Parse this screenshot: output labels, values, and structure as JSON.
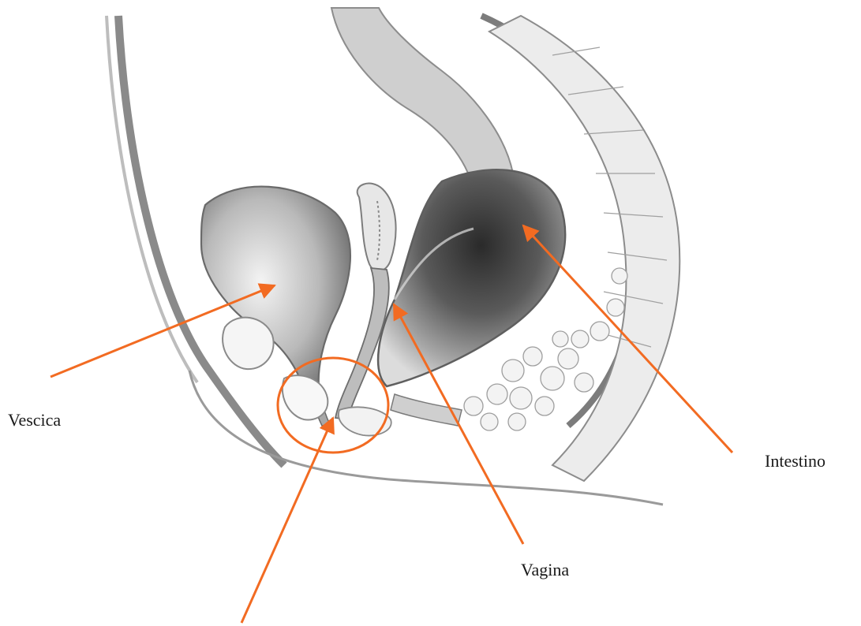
{
  "labels": {
    "vescica": "Vescica",
    "intestino": "Intestino",
    "vagina": "Vagina"
  },
  "colors": {
    "arrow": "#f26b22",
    "ink": "#1a1a1a",
    "background": "#ffffff"
  }
}
